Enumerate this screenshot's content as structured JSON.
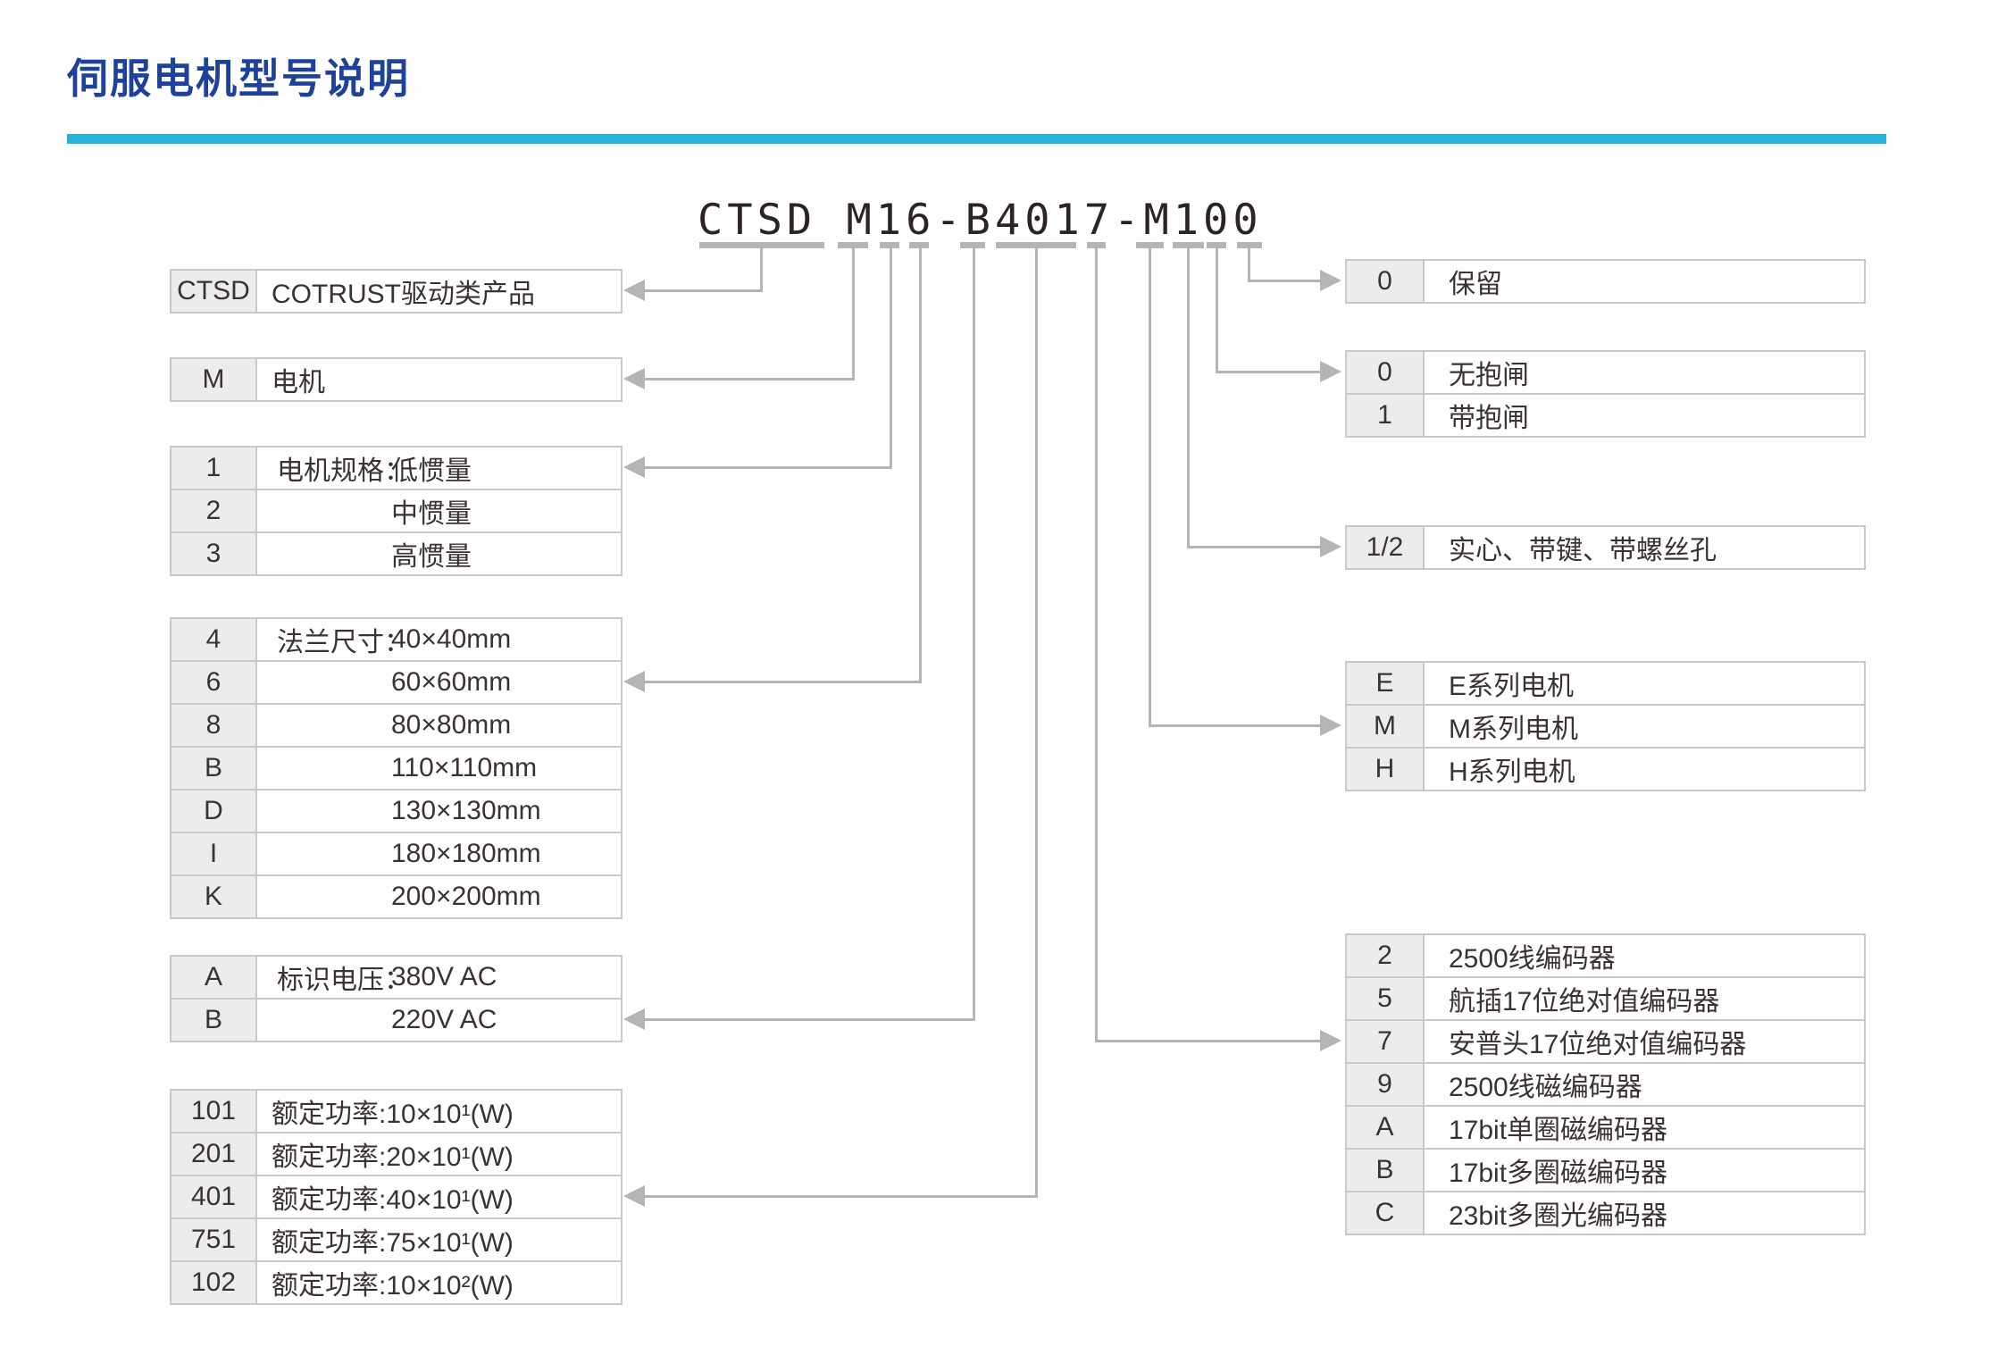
{
  "title": "伺服电机型号说明",
  "model_number": "CTSD M16-B4017-M100",
  "colors": {
    "title_blue": "#1e429c",
    "rule_cyan": "#26b2d8",
    "connector_gray": "#b5b5b5",
    "table_border_gray": "#c9c9c9",
    "key_cell_bg": "#ececec",
    "text_dark": "#3a3332",
    "model_ink": "#2b2422"
  },
  "tables": {
    "product": {
      "rows": [
        {
          "key": "CTSD",
          "value": "COTRUST驱动类产品"
        }
      ]
    },
    "motor": {
      "rows": [
        {
          "key": "M",
          "value": "电机"
        }
      ]
    },
    "inertia": {
      "rows": [
        {
          "key": "1",
          "label": "电机规格：",
          "value": "低惯量"
        },
        {
          "key": "2",
          "label": "",
          "value": "中惯量"
        },
        {
          "key": "3",
          "label": "",
          "value": "高惯量"
        }
      ]
    },
    "flange": {
      "rows": [
        {
          "key": "4",
          "label": "法兰尺寸：",
          "value": "40×40mm"
        },
        {
          "key": "6",
          "label": "",
          "value": "60×60mm"
        },
        {
          "key": "8",
          "label": "",
          "value": "80×80mm"
        },
        {
          "key": "B",
          "label": "",
          "value": "110×110mm"
        },
        {
          "key": "D",
          "label": "",
          "value": "130×130mm"
        },
        {
          "key": "I",
          "label": "",
          "value": "180×180mm"
        },
        {
          "key": "K",
          "label": "",
          "value": "200×200mm"
        }
      ]
    },
    "voltage": {
      "rows": [
        {
          "key": "A",
          "label": "标识电压：",
          "value": "380V AC"
        },
        {
          "key": "B",
          "label": "",
          "value": "220V AC"
        }
      ]
    },
    "power": {
      "rows": [
        {
          "key": "101",
          "value": "额定功率:10×10¹(W)"
        },
        {
          "key": "201",
          "value": "额定功率:20×10¹(W)"
        },
        {
          "key": "401",
          "value": "额定功率:40×10¹(W)"
        },
        {
          "key": "751",
          "value": "额定功率:75×10¹(W)"
        },
        {
          "key": "102",
          "value": "额定功率:10×10²(W)"
        }
      ]
    },
    "reserved": {
      "rows": [
        {
          "key": "0",
          "value": "保留"
        }
      ]
    },
    "brake": {
      "rows": [
        {
          "key": "0",
          "value": "无抱闸"
        },
        {
          "key": "1",
          "value": "带抱闸"
        }
      ]
    },
    "shaft": {
      "rows": [
        {
          "key": "1/2",
          "value": "实心、带键、带螺丝孔"
        }
      ]
    },
    "series": {
      "rows": [
        {
          "key": "E",
          "value": "E系列电机"
        },
        {
          "key": "M",
          "value": "M系列电机"
        },
        {
          "key": "H",
          "value": "H系列电机"
        }
      ]
    },
    "encoder": {
      "rows": [
        {
          "key": "2",
          "value": "2500线编码器"
        },
        {
          "key": "5",
          "value": "航插17位绝对值编码器"
        },
        {
          "key": "7",
          "value": "安普头17位绝对值编码器"
        },
        {
          "key": "9",
          "value": "2500线磁编码器"
        },
        {
          "key": "A",
          "value": "17bit单圈磁编码器"
        },
        {
          "key": "B",
          "value": "17bit多圈磁编码器"
        },
        {
          "key": "C",
          "value": "23bit多圈光编码器"
        }
      ]
    }
  }
}
